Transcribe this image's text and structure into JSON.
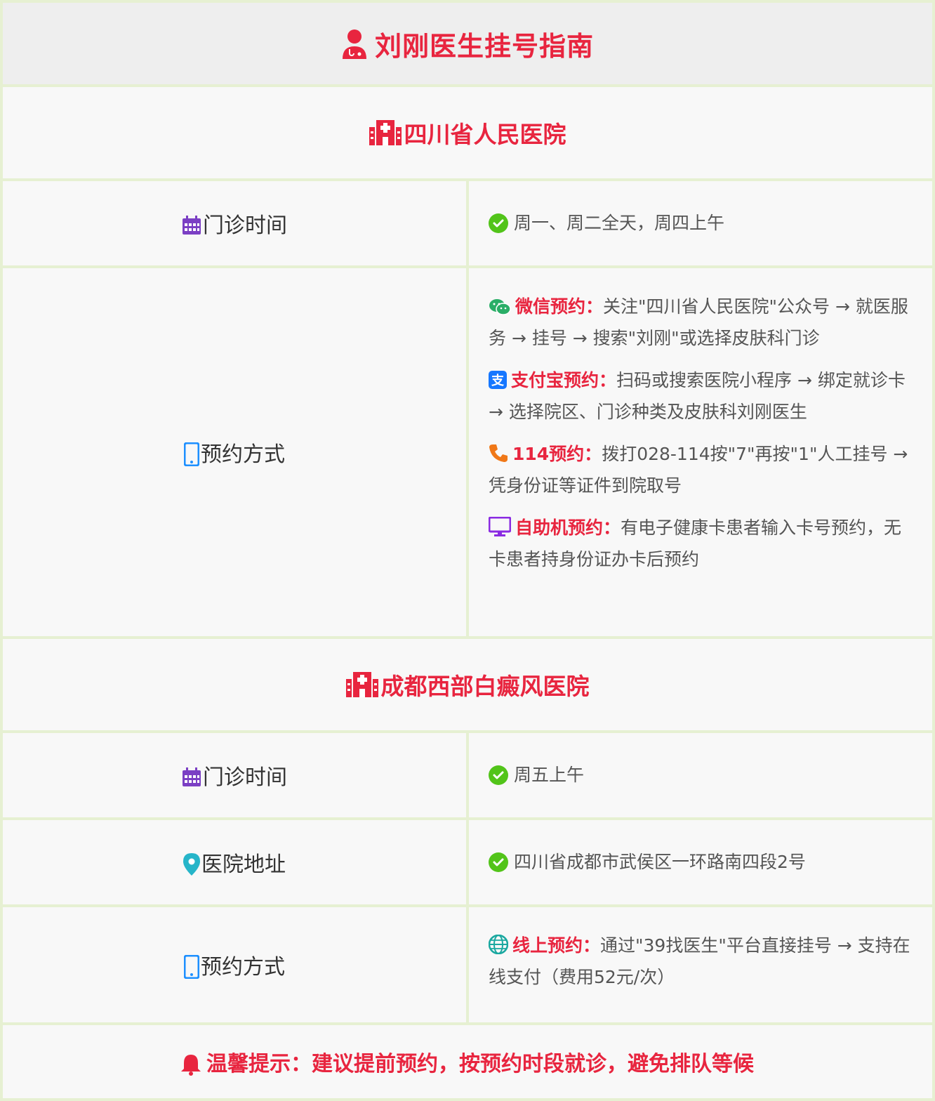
{
  "title": "刘刚医生挂号指南",
  "hospitals": [
    {
      "name": "四川省人民医院",
      "clinic_time_label": "门诊时间",
      "clinic_time_value": "周一、周二全天，周四上午",
      "booking_label": "预约方式",
      "methods": [
        {
          "key": "微信预约：",
          "text": "关注\"四川省人民医院\"公众号 → 就医服务 → 挂号 → 搜索\"刘刚\"或选择皮肤科门诊",
          "icon": "wechat-icon"
        },
        {
          "key": "支付宝预约：",
          "text": "扫码或搜索医院小程序 → 绑定就诊卡 → 选择院区、门诊种类及皮肤科刘刚医生",
          "icon": "alipay-icon"
        },
        {
          "key": "114预约：",
          "text": "拨打028-114按\"7\"再按\"1\"人工挂号 → 凭身份证等证件到院取号",
          "icon": "phone-icon"
        },
        {
          "key": "自助机预约：",
          "text": "有电子健康卡患者输入卡号预约，无卡患者持身份证办卡后预约",
          "icon": "monitor-icon"
        }
      ]
    },
    {
      "name": "成都西部白癜风医院",
      "clinic_time_label": "门诊时间",
      "clinic_time_value": "周五上午",
      "address_label": "医院地址",
      "address_value": "四川省成都市武侯区一环路南四段2号",
      "booking_label": "预约方式",
      "methods": [
        {
          "key": "线上预约：",
          "text": "通过\"39找医生\"平台直接挂号 → 支持在线支付（费用52元/次）",
          "icon": "globe-icon"
        }
      ]
    }
  ],
  "tip": "温馨提示：建议提前预约，按预约时段就诊，避免排队等候",
  "colors": {
    "accent": "#e8253f",
    "border": "#e6f0d2",
    "check": "#52c41a",
    "calendar": "#7b3fc4",
    "mobile": "#1e90ff",
    "location": "#26b5c9",
    "phone": "#f07818",
    "monitor": "#8a2be2"
  }
}
